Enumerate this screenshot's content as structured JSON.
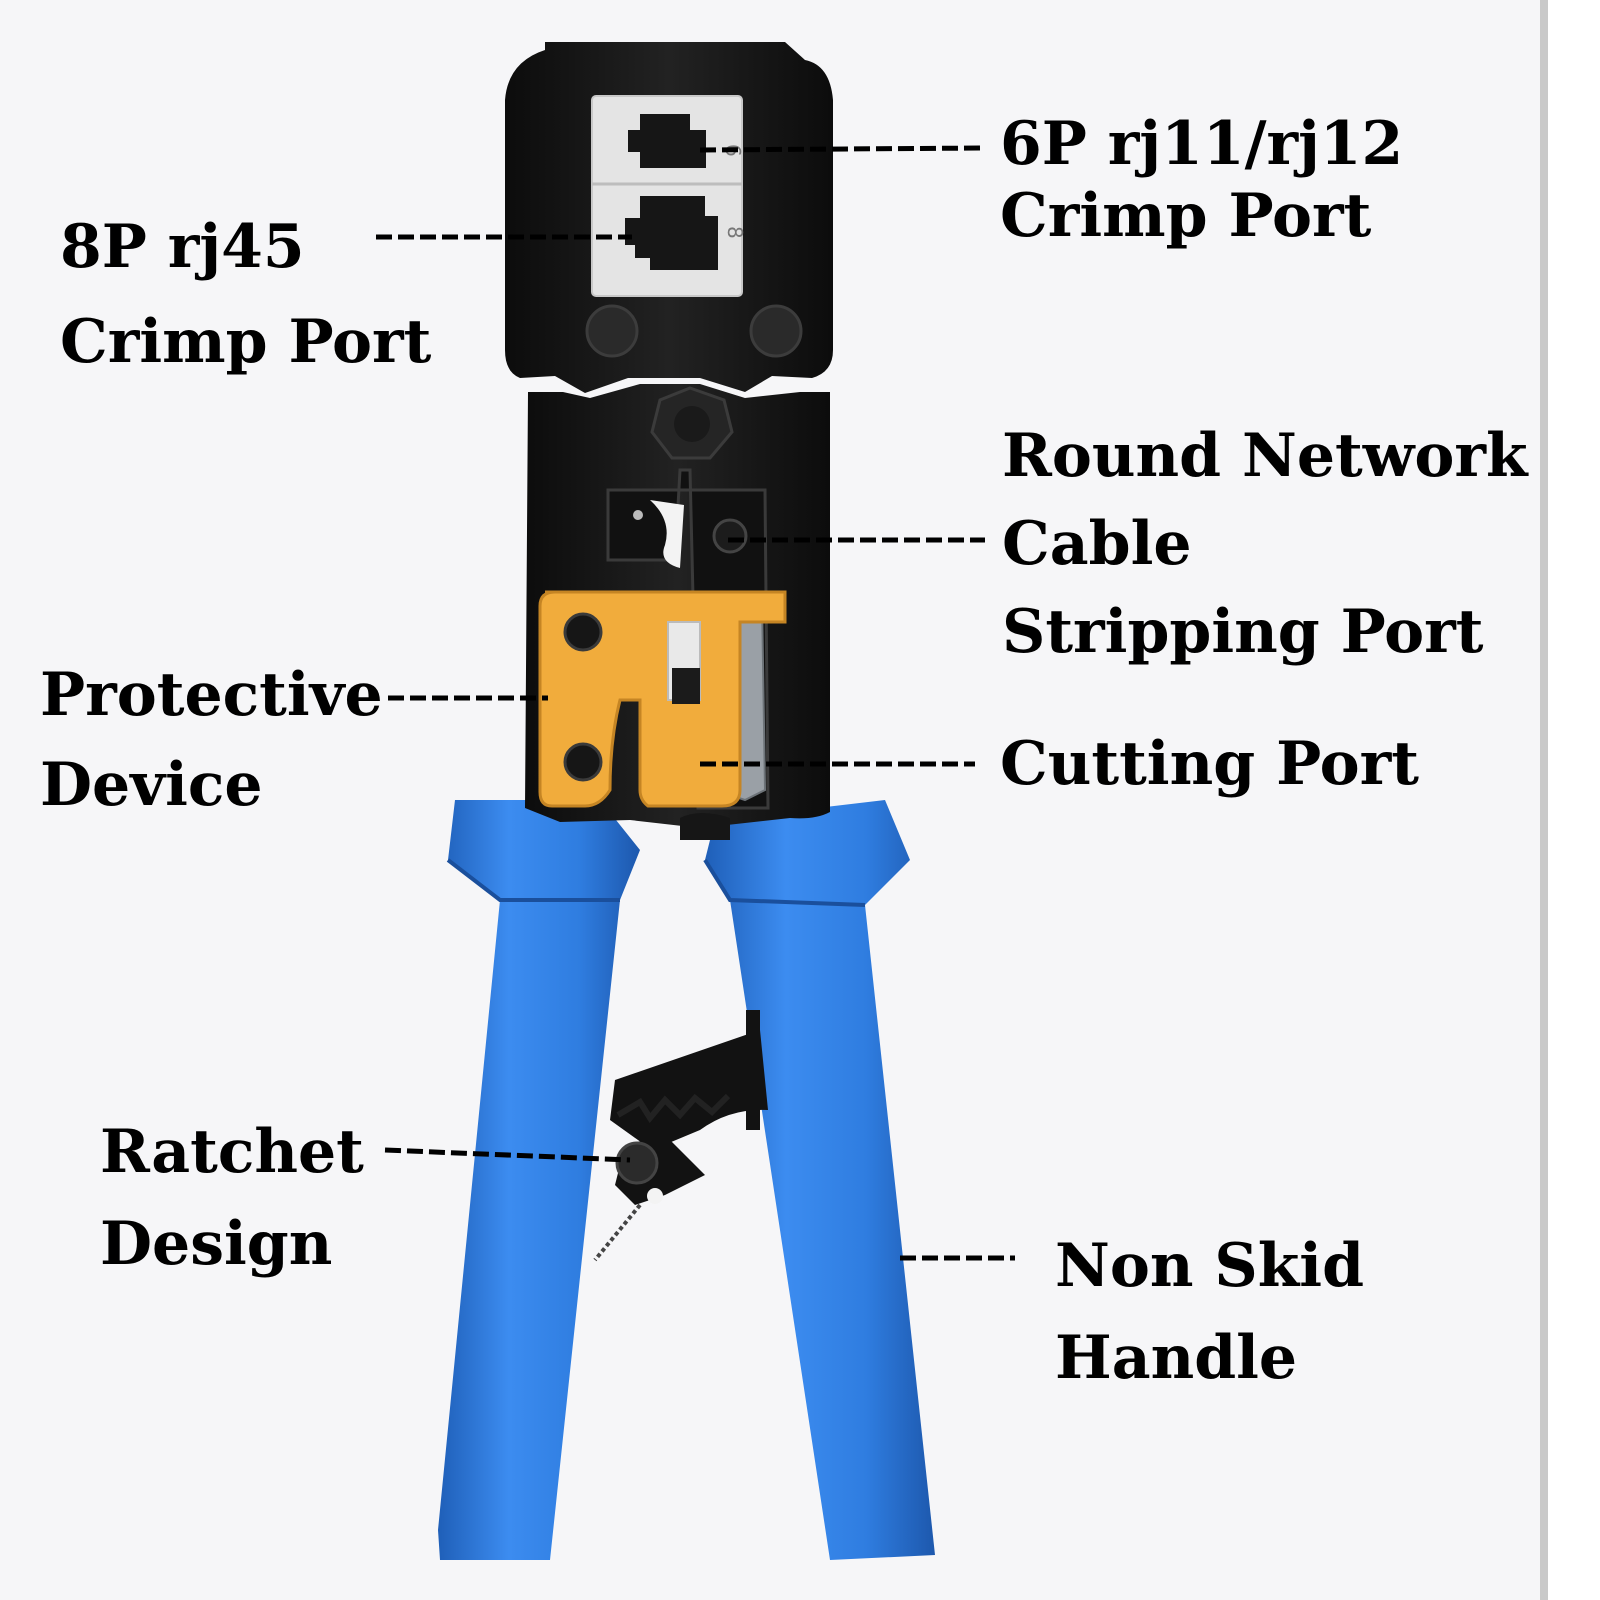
{
  "labels": {
    "rj11": {
      "line1": "6P rj11/rj12",
      "line2": "Crimp Port"
    },
    "rj45": {
      "line1": "8P rj45",
      "line2": "Crimp Port"
    },
    "stripping": {
      "line1": "Round Network",
      "line2": "Cable",
      "line3": "Stripping Port"
    },
    "protective": {
      "line1": "Protective",
      "line2": "Device"
    },
    "cutting": {
      "line1": "Cutting Port"
    },
    "ratchet": {
      "line1": "Ratchet",
      "line2": "Design"
    },
    "handle": {
      "line1": "Non Skid",
      "line2": "Handle"
    }
  },
  "colors": {
    "head": "#141414",
    "handle": "#2f7de0",
    "protective_device": "#f1ac3c",
    "port_insert": "#e4e4e4"
  }
}
